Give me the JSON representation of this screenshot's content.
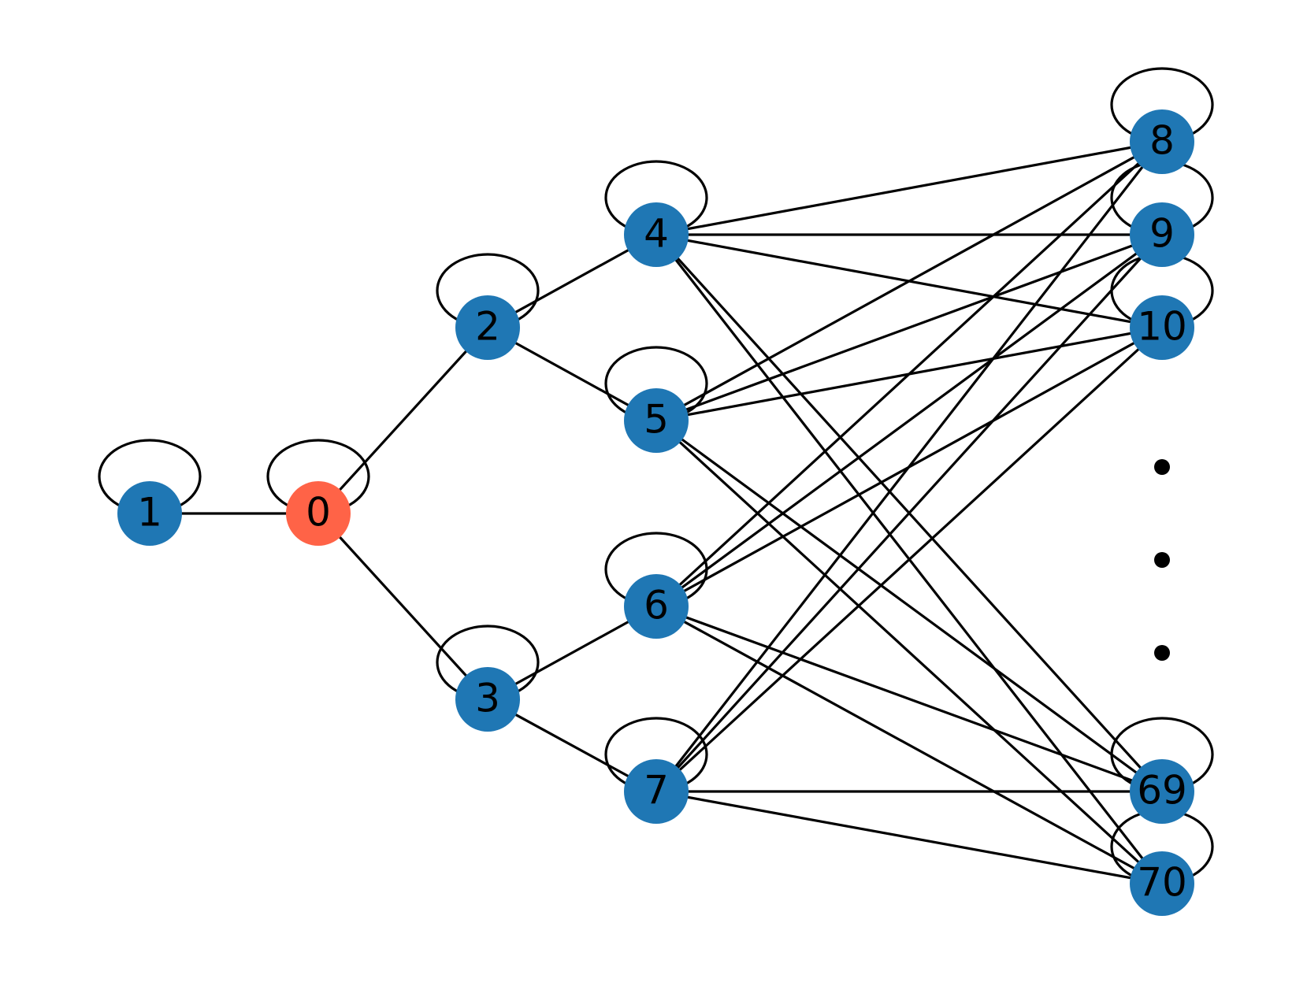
{
  "colors": {
    "default_node": "#1f77b4",
    "highlight_node": "#ff6347",
    "edge": "#000000",
    "background": "#ffffff"
  },
  "graph": {
    "nodes": [
      {
        "id": "0",
        "label": "0",
        "highlight": true,
        "self_loop": true
      },
      {
        "id": "1",
        "label": "1",
        "highlight": false,
        "self_loop": true
      },
      {
        "id": "2",
        "label": "2",
        "highlight": false,
        "self_loop": true
      },
      {
        "id": "3",
        "label": "3",
        "highlight": false,
        "self_loop": true
      },
      {
        "id": "4",
        "label": "4",
        "highlight": false,
        "self_loop": true
      },
      {
        "id": "5",
        "label": "5",
        "highlight": false,
        "self_loop": true
      },
      {
        "id": "6",
        "label": "6",
        "highlight": false,
        "self_loop": true
      },
      {
        "id": "7",
        "label": "7",
        "highlight": false,
        "self_loop": true
      },
      {
        "id": "8",
        "label": "8",
        "highlight": false,
        "self_loop": true
      },
      {
        "id": "9",
        "label": "9",
        "highlight": false,
        "self_loop": true
      },
      {
        "id": "10",
        "label": "10",
        "highlight": false,
        "self_loop": true
      },
      {
        "id": "69",
        "label": "69",
        "highlight": false,
        "self_loop": true
      },
      {
        "id": "70",
        "label": "70",
        "highlight": false,
        "self_loop": true
      }
    ],
    "edges": [
      [
        "1",
        "0"
      ],
      [
        "0",
        "2"
      ],
      [
        "0",
        "3"
      ],
      [
        "2",
        "4"
      ],
      [
        "2",
        "5"
      ],
      [
        "3",
        "6"
      ],
      [
        "3",
        "7"
      ],
      [
        "4",
        "8"
      ],
      [
        "4",
        "9"
      ],
      [
        "4",
        "10"
      ],
      [
        "4",
        "69"
      ],
      [
        "4",
        "70"
      ],
      [
        "5",
        "8"
      ],
      [
        "5",
        "9"
      ],
      [
        "5",
        "10"
      ],
      [
        "5",
        "69"
      ],
      [
        "5",
        "70"
      ],
      [
        "6",
        "8"
      ],
      [
        "6",
        "9"
      ],
      [
        "6",
        "10"
      ],
      [
        "6",
        "69"
      ],
      [
        "6",
        "70"
      ],
      [
        "7",
        "8"
      ],
      [
        "7",
        "9"
      ],
      [
        "7",
        "10"
      ],
      [
        "7",
        "69"
      ],
      [
        "7",
        "70"
      ]
    ],
    "ellipsis_dots": 3
  }
}
